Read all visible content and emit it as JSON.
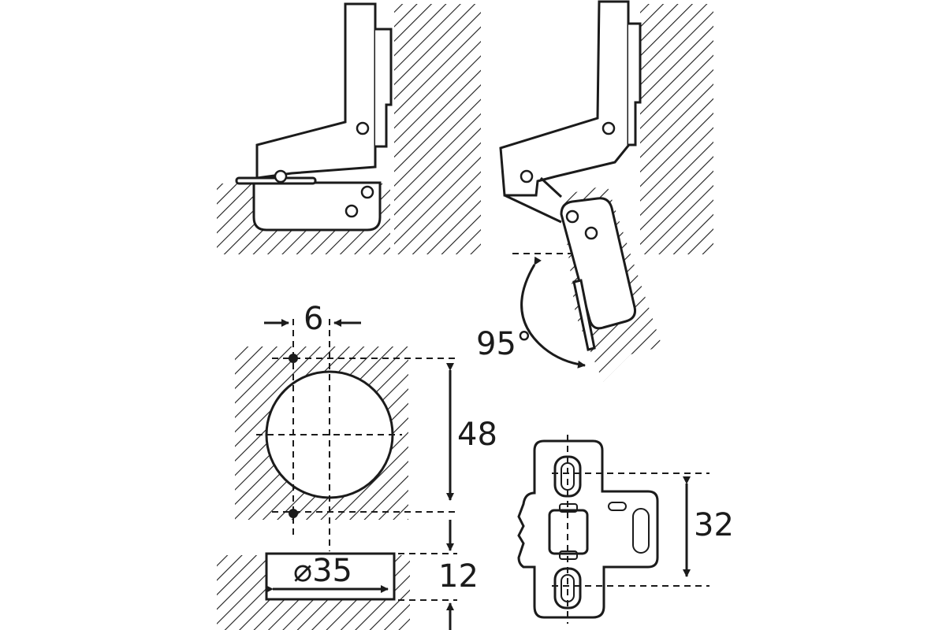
{
  "dimensions": {
    "offset_6": "6",
    "opening_angle": "95°",
    "hole_spacing_48": "48",
    "edge_distance_12": "12",
    "cup_diameter": "⌀35",
    "plate_spacing_32": "32"
  },
  "colors": {
    "line": "#1b1b1b",
    "background": "#ffffff"
  }
}
